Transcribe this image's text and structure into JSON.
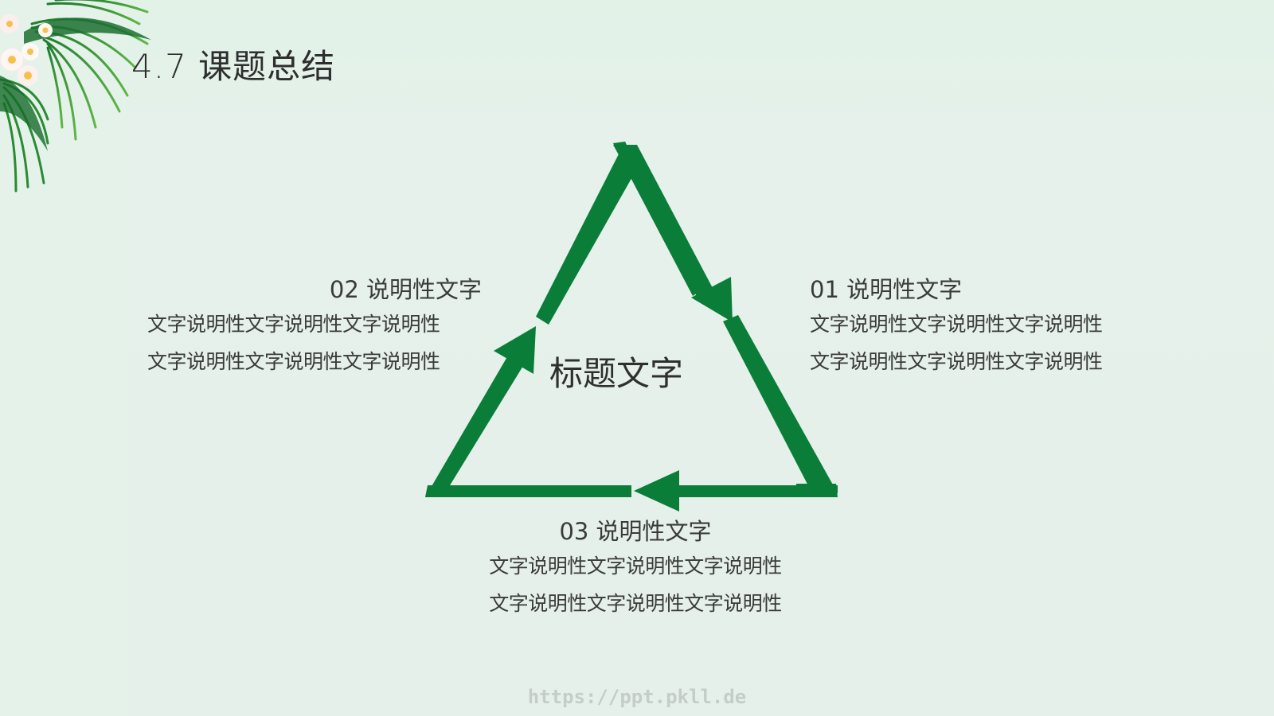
{
  "slide": {
    "title": "4.7 课题总结",
    "background_color": "#e6f0eb",
    "accent_color": "#0a7d38"
  },
  "diagram": {
    "type": "cycle-triangle",
    "center_title": "标题文字",
    "arrow_direction": "clockwise",
    "items": [
      {
        "id": "01",
        "heading": "01 说明性文字",
        "lines": [
          "文字说明性文字说明性文字说明性",
          "文字说明性文字说明性文字说明性"
        ],
        "position": "right"
      },
      {
        "id": "02",
        "heading": "02 说明性文字",
        "lines": [
          "文字说明性文字说明性文字说明性",
          "文字说明性文字说明性文字说明性"
        ],
        "position": "left"
      },
      {
        "id": "03",
        "heading": "03 说明性文字",
        "lines": [
          "文字说明性文字说明性文字说明性",
          "文字说明性文字说明性文字说明性"
        ],
        "position": "bottom"
      }
    ]
  },
  "decorations": {
    "top_left": "palm-leaves-with-frangipani-flowers"
  },
  "watermark": "https://ppt.pkll.de"
}
